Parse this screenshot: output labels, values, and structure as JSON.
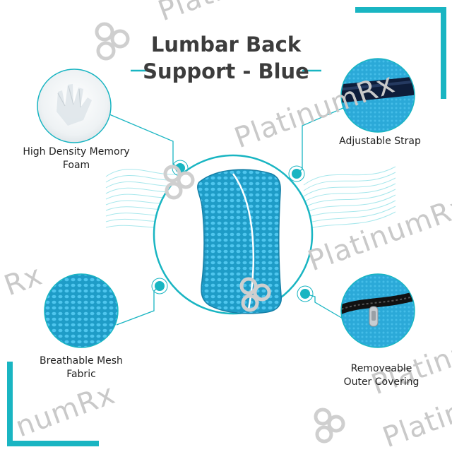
{
  "title": {
    "line1": "Lumbar Back",
    "line2": "Support - Blue"
  },
  "features": {
    "top_left": {
      "line1": "High Density Memory",
      "line2": "Foam"
    },
    "top_right": {
      "line1": "Adjustable Strap"
    },
    "bottom_left": {
      "line1": "Breathable Mesh",
      "line2": "Fabric"
    },
    "bottom_right": {
      "line1": "Removeable",
      "line2": "Outer Covering"
    }
  },
  "watermark": {
    "w1": "Platinum",
    "w2": "PlatinumRx",
    "w3": "PlatinumRx",
    "w4": "Rx",
    "w5": "Platinum",
    "w6": "numRx",
    "w7": "Platinu"
  },
  "colors": {
    "accent": "#19b5c2",
    "product_blue": "#28a7d6",
    "text_dark": "#3c3c3c",
    "watermark_gray": "#c9c9c9"
  },
  "icons": [
    "platinumrx-logo-icon"
  ]
}
